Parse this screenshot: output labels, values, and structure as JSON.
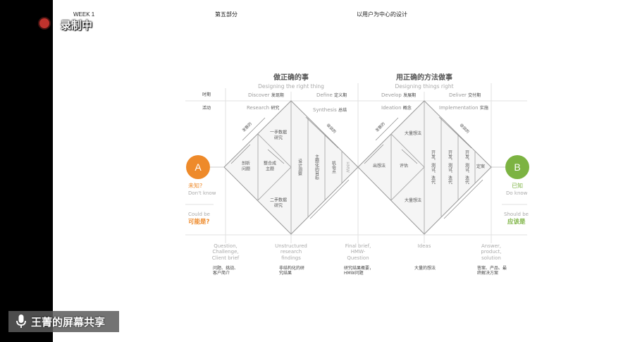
{
  "recording": {
    "label": "录制中",
    "status_color": "#c0332d"
  },
  "screen_share": {
    "label": "王菁的屏幕共享"
  },
  "slide_header": {
    "week": "WEEK 1",
    "section": "第五部分",
    "topic": "以用户为中心的设计"
  },
  "diagram": {
    "left_phase": {
      "title": "做正确的事",
      "subtitle": "Designing the right thing"
    },
    "right_phase": {
      "title": "用正确的方法做事",
      "subtitle": "Designing things right"
    },
    "row_labels": {
      "period": "时期",
      "activity": "活动"
    },
    "stages": [
      {
        "en": "Discover",
        "zh": "发现期",
        "activity_en": "Research",
        "activity_zh": "研究"
      },
      {
        "en": "Define",
        "zh": "定义期",
        "activity_en": "Synthesis",
        "activity_zh": "总结"
      },
      {
        "en": "Develop",
        "zh": "发展期",
        "activity_en": "Ideation",
        "activity_zh": "概念"
      },
      {
        "en": "Deliver",
        "zh": "交付期",
        "activity_en": "Implementation",
        "activity_zh": "实施"
      }
    ],
    "start": {
      "letter": "A",
      "zh": "未知?",
      "en": "Don't know",
      "could_en": "Could be",
      "could_zh": "可能是?",
      "color": "#ee8a2a"
    },
    "end": {
      "letter": "B",
      "zh": "已知",
      "en": "Do know",
      "should_en": "Should be",
      "should_zh": "应该是",
      "color": "#7cb342"
    },
    "left_diamond": {
      "divergent": "发散的",
      "convergent": "收敛的",
      "analyze": "剖析问题",
      "analyze_l1": "剖析",
      "analyze_l2": "问题",
      "synth_l1": "整合成",
      "synth_l2": "主题",
      "primary_l1": "一手数据",
      "primary_l2": "研究",
      "secondary_l1": "二手数据",
      "secondary_l2": "研究",
      "col1": "设计洞察",
      "col2": "主题化的目标",
      "col3": "机会点",
      "col4": "HMW"
    },
    "right_diamond": {
      "divergent": "发散的",
      "convergent": "收敛的",
      "ideas": "出想法",
      "evaluate": "评估",
      "many_ideas_top": "大量想法",
      "many_ideas_bottom": "大量想法",
      "col1": "开发、测试、迭代",
      "col2": "开发、测试、迭代",
      "col3": "开发、测试、迭代",
      "col4": "定案"
    },
    "outputs": [
      {
        "en": "Question,\nChallenge,\nClient brief",
        "zh": "问题、挑战、\n客户简介"
      },
      {
        "en": "Unstructured\nresearch\nfindings",
        "zh": "非结构化的研\n究结果"
      },
      {
        "en": "Final brief,\nHMW-\nQuestion",
        "zh": "研究结果概要，\nHMW问题"
      },
      {
        "en": "Ideas",
        "zh": "大量的想法"
      },
      {
        "en": "Answer,\nproduct,\nsolution",
        "zh": "答案、产品、最\n终解决方案"
      }
    ]
  }
}
